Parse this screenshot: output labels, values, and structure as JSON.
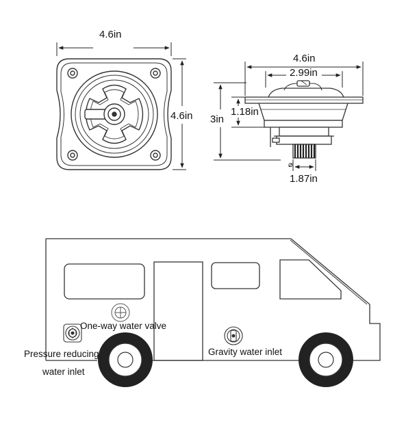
{
  "dimensions": {
    "front_width": "4.6in",
    "front_height": "4.6in",
    "side_width": "4.6in",
    "side_inner_width": "2.99in",
    "side_height": "3in",
    "side_flange": "1.18in",
    "thread_diameter_symbol": "⌀",
    "thread_diameter": "1.87in"
  },
  "labels": {
    "one_way_valve": "One-way water valve",
    "pressure_inlet_line1": "Pressure reducing",
    "pressure_inlet_line2": "water inlet",
    "gravity_inlet": "Gravity water inlet"
  },
  "colors": {
    "line": "#333333",
    "wheel": "#222222",
    "arrow": "#222222"
  }
}
